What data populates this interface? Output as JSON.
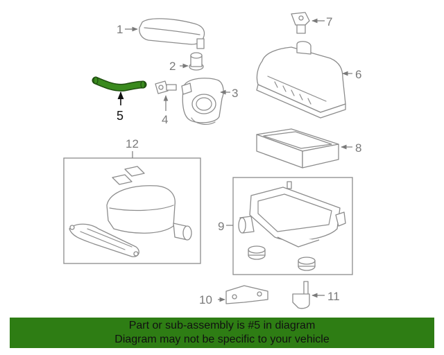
{
  "labels": {
    "p1": "1",
    "p2": "2",
    "p3": "3",
    "p4": "4",
    "p5": "5",
    "p6": "6",
    "p7": "7",
    "p8": "8",
    "p9": "9",
    "p10": "10",
    "p11": "11",
    "p12": "12"
  },
  "banner": {
    "line1": "Part or sub-assembly is #5 in diagram",
    "line2": "Diagram may not be specific to your vehicle"
  },
  "colors": {
    "highlight_part": "#3a8a1e",
    "banner_background": "#2e7d14",
    "part_outline": "#8c8c8c"
  }
}
